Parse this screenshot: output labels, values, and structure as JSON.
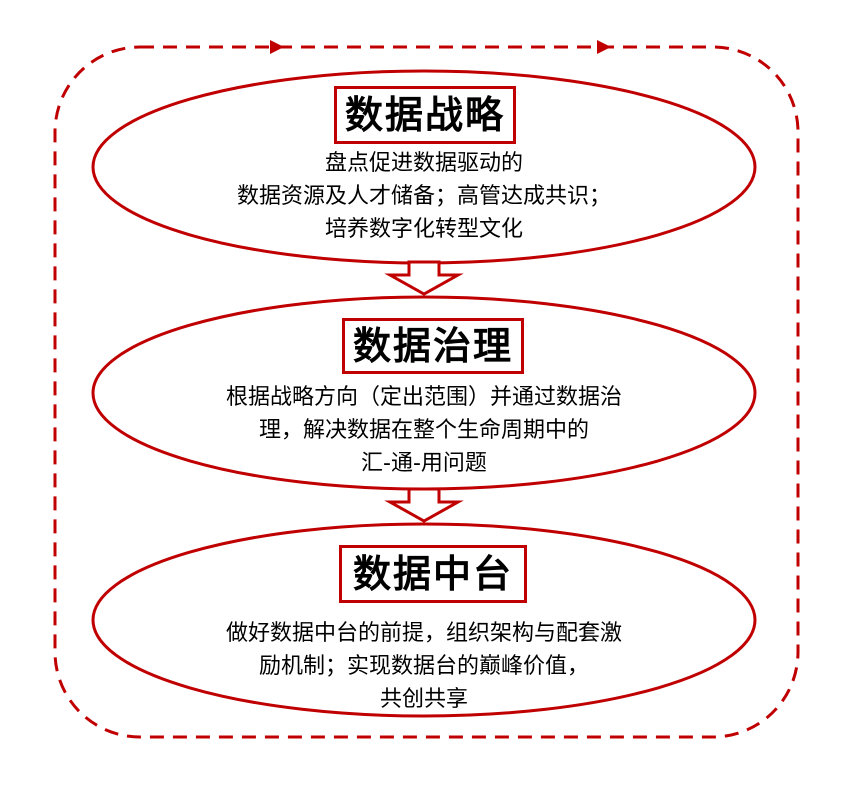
{
  "colors": {
    "accent": "#c00000",
    "text": "#000000",
    "background": "#ffffff"
  },
  "stages": [
    {
      "title": "数据战略",
      "lines": [
        "盘点促进数据驱动的",
        "数据资源及人才储备；高管达成共识；",
        "培养数字化转型文化"
      ]
    },
    {
      "title": "数据治理",
      "lines": [
        "根据战略方向（定出范围）并通过数据治",
        "理，解决数据在整个生命周期中的",
        "汇-通-用问题"
      ]
    },
    {
      "title": "数据中台",
      "lines": [
        "做好数据中台的前提，组织架构与配套激",
        "励机制；实现数据台的巅峰价值，",
        "共创共享"
      ]
    }
  ],
  "icons": {
    "down_arrow": "hollow-down-arrow-icon",
    "loop_arrow": "dashed-loop-arrow-icon"
  }
}
